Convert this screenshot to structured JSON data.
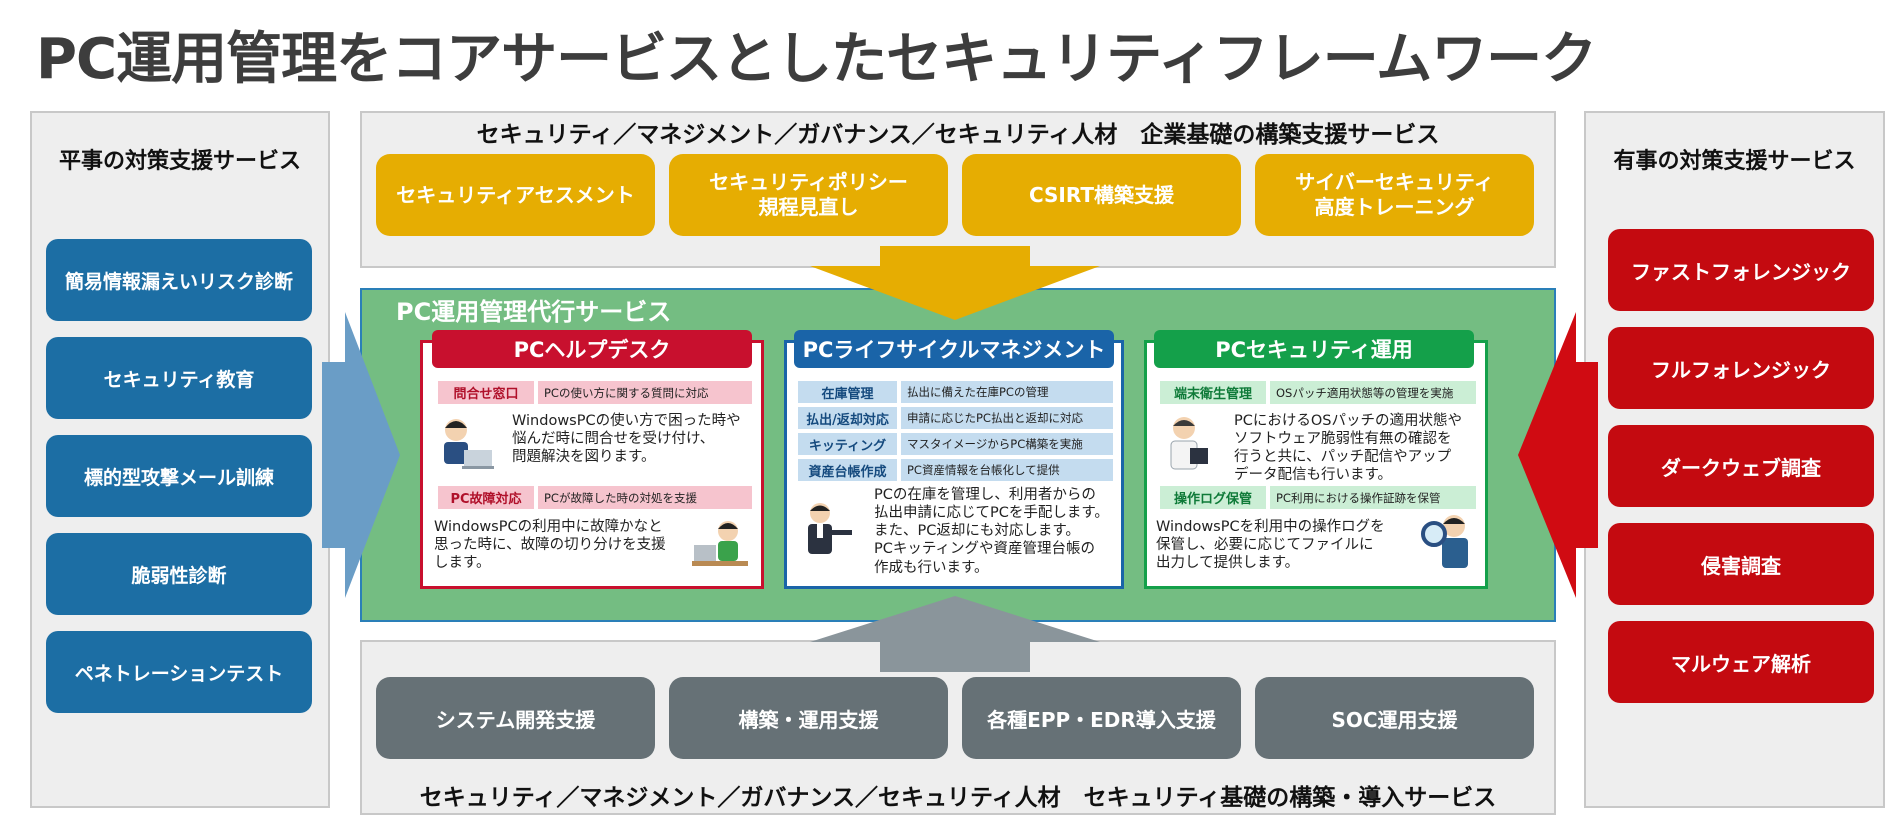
{
  "title": "PC運用管理をコアサービスとしたセキュリティフレームワーク",
  "left_panel": {
    "heading": "平事の対策支援サービス",
    "items": [
      "簡易情報漏えいリスク診断",
      "セキュリティ教育",
      "標的型攻撃メール訓練",
      "脆弱性診断",
      "ペネトレーションテスト"
    ]
  },
  "right_panel": {
    "heading": "有事の対策支援サービス",
    "items": [
      "ファストフォレンジック",
      "フルフォレンジック",
      "ダークウェブ調査",
      "侵害調査",
      "マルウェア解析"
    ]
  },
  "top_band": {
    "heading": "セキュリティ／マネジメント／ガバナンス／セキュリティ人材　企業基礎の構築支援サービス",
    "items": [
      "セキュリティアセスメント",
      "セキュリティポリシー\n規程見直し",
      "CSIRT構築支援",
      "サイバーセキュリティ\n高度トレーニング"
    ]
  },
  "bottom_band": {
    "heading": "セキュリティ／マネジメント／ガバナンス／セキュリティ人材　セキュリティ基礎の構築・導入サービス",
    "items": [
      "システム開発支援",
      "構築・運用支援",
      "各種EPP・EDR導入支援",
      "SOC運用支援"
    ]
  },
  "core": {
    "heading": "PC運用管理代行サービス",
    "cards": [
      {
        "title": "PCヘルプデスク",
        "rows": [
          {
            "tag": "問合せ窓口",
            "desc": "PCの使い方に関する質問に対応"
          },
          {
            "tag": "PC故障対応",
            "desc": "PCが故障した時の対処を支援"
          }
        ],
        "text1": "WindowsPCの使い方で困った時や\n悩んだ時に問合せを受け付け、\n問題解決を図ります。",
        "text2": "WindowsPCの利用中に故障かなと\n思った時に、故障の切り分けを支援\nします。"
      },
      {
        "title": "PCライフサイクルマネジメント",
        "rows": [
          {
            "tag": "在庫管理",
            "desc": "払出に備えた在庫PCの管理"
          },
          {
            "tag": "払出/返却対応",
            "desc": "申請に応じたPC払出と返却に対応"
          },
          {
            "tag": "キッティング",
            "desc": "マスタイメージからPC構築を実施"
          },
          {
            "tag": "資産台帳作成",
            "desc": "PC資産情報を台帳化して提供"
          }
        ],
        "text1": "PCの在庫を管理し、利用者からの\n払出申請に応じてPCを手配します。\nまた、PC返却にも対応します。\nPCキッティングや資産管理台帳の\n作成も行います。"
      },
      {
        "title": "PCセキュリティ運用",
        "rows": [
          {
            "tag": "端末衛生管理",
            "desc": "OSパッチ適用状態等の管理を実施"
          },
          {
            "tag": "操作ログ保管",
            "desc": "PC利用における操作証跡を保管"
          }
        ],
        "text1": "PCにおけるOSパッチの適用状態や\nソフトウェア脆弱性有無の確認を\n行うと共に、パッチ配信やアップ\nデータ配信も行います。",
        "text2": "WindowsPCを利用中の操作ログを\n保管し、必要に応じてファイルに\n出力して提供します。"
      }
    ]
  },
  "colors": {
    "gold": "#e6ad02",
    "blue": "#1c6ea4",
    "red": "#c40a10",
    "gray": "#667176",
    "green_area": "#74bd82",
    "card1": "#c8102e",
    "card2": "#1a64a8",
    "card3": "#14a04a"
  }
}
